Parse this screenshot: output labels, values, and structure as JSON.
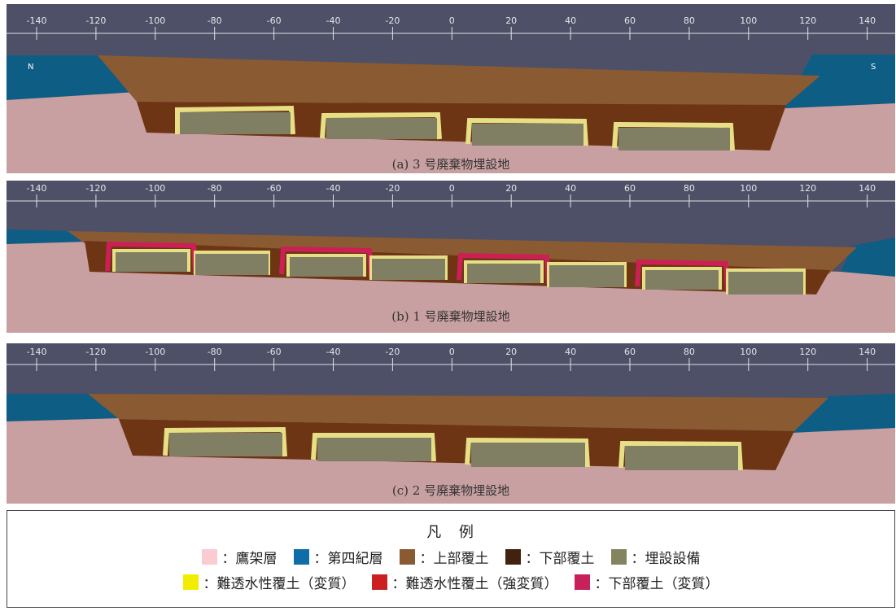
{
  "axis": {
    "ticks": [
      "-140",
      "-120",
      "-100",
      "-80",
      "-60",
      "-40",
      "-20",
      "0",
      "20",
      "40",
      "60",
      "80",
      "100",
      "120",
      "140"
    ]
  },
  "direction": {
    "north": "N",
    "south": "S"
  },
  "panels": [
    {
      "id": "a",
      "caption": "(a) 3 号廃棄物埋設地"
    },
    {
      "id": "b",
      "caption": "(b) 1 号廃棄物埋設地"
    },
    {
      "id": "c",
      "caption": "(c) 2 号廃棄物埋設地"
    }
  ],
  "colors": {
    "sky": "#4d5066",
    "bedrock": "#c8a0a2",
    "quaternary": "#0d5d85",
    "upper_cover": "#8a5a30",
    "lower_cover": "#6e3514",
    "facility": "#807f63",
    "clay_altered": "#e6df86",
    "clay_strong": "#cc2020",
    "lower_altered": "#cc1f55"
  },
  "legend": {
    "title": "凡　例",
    "row1": [
      {
        "label": "：鷹架層",
        "color": "#f9cbd3"
      },
      {
        "label": "：第四紀層",
        "color": "#0f6ea7"
      },
      {
        "label": "：上部覆土",
        "color": "#8a5a33"
      },
      {
        "label": "：下部覆土",
        "color": "#43210f"
      },
      {
        "label": "：埋設設備",
        "color": "#84845f"
      }
    ],
    "row2": [
      {
        "label": "：難透水性覆土（変質）",
        "color": "#f2ed00"
      },
      {
        "label": "：難透水性覆土（強変質）",
        "color": "#cc2020"
      },
      {
        "label": "：下部覆土（変質）",
        "color": "#c8205a"
      }
    ]
  }
}
